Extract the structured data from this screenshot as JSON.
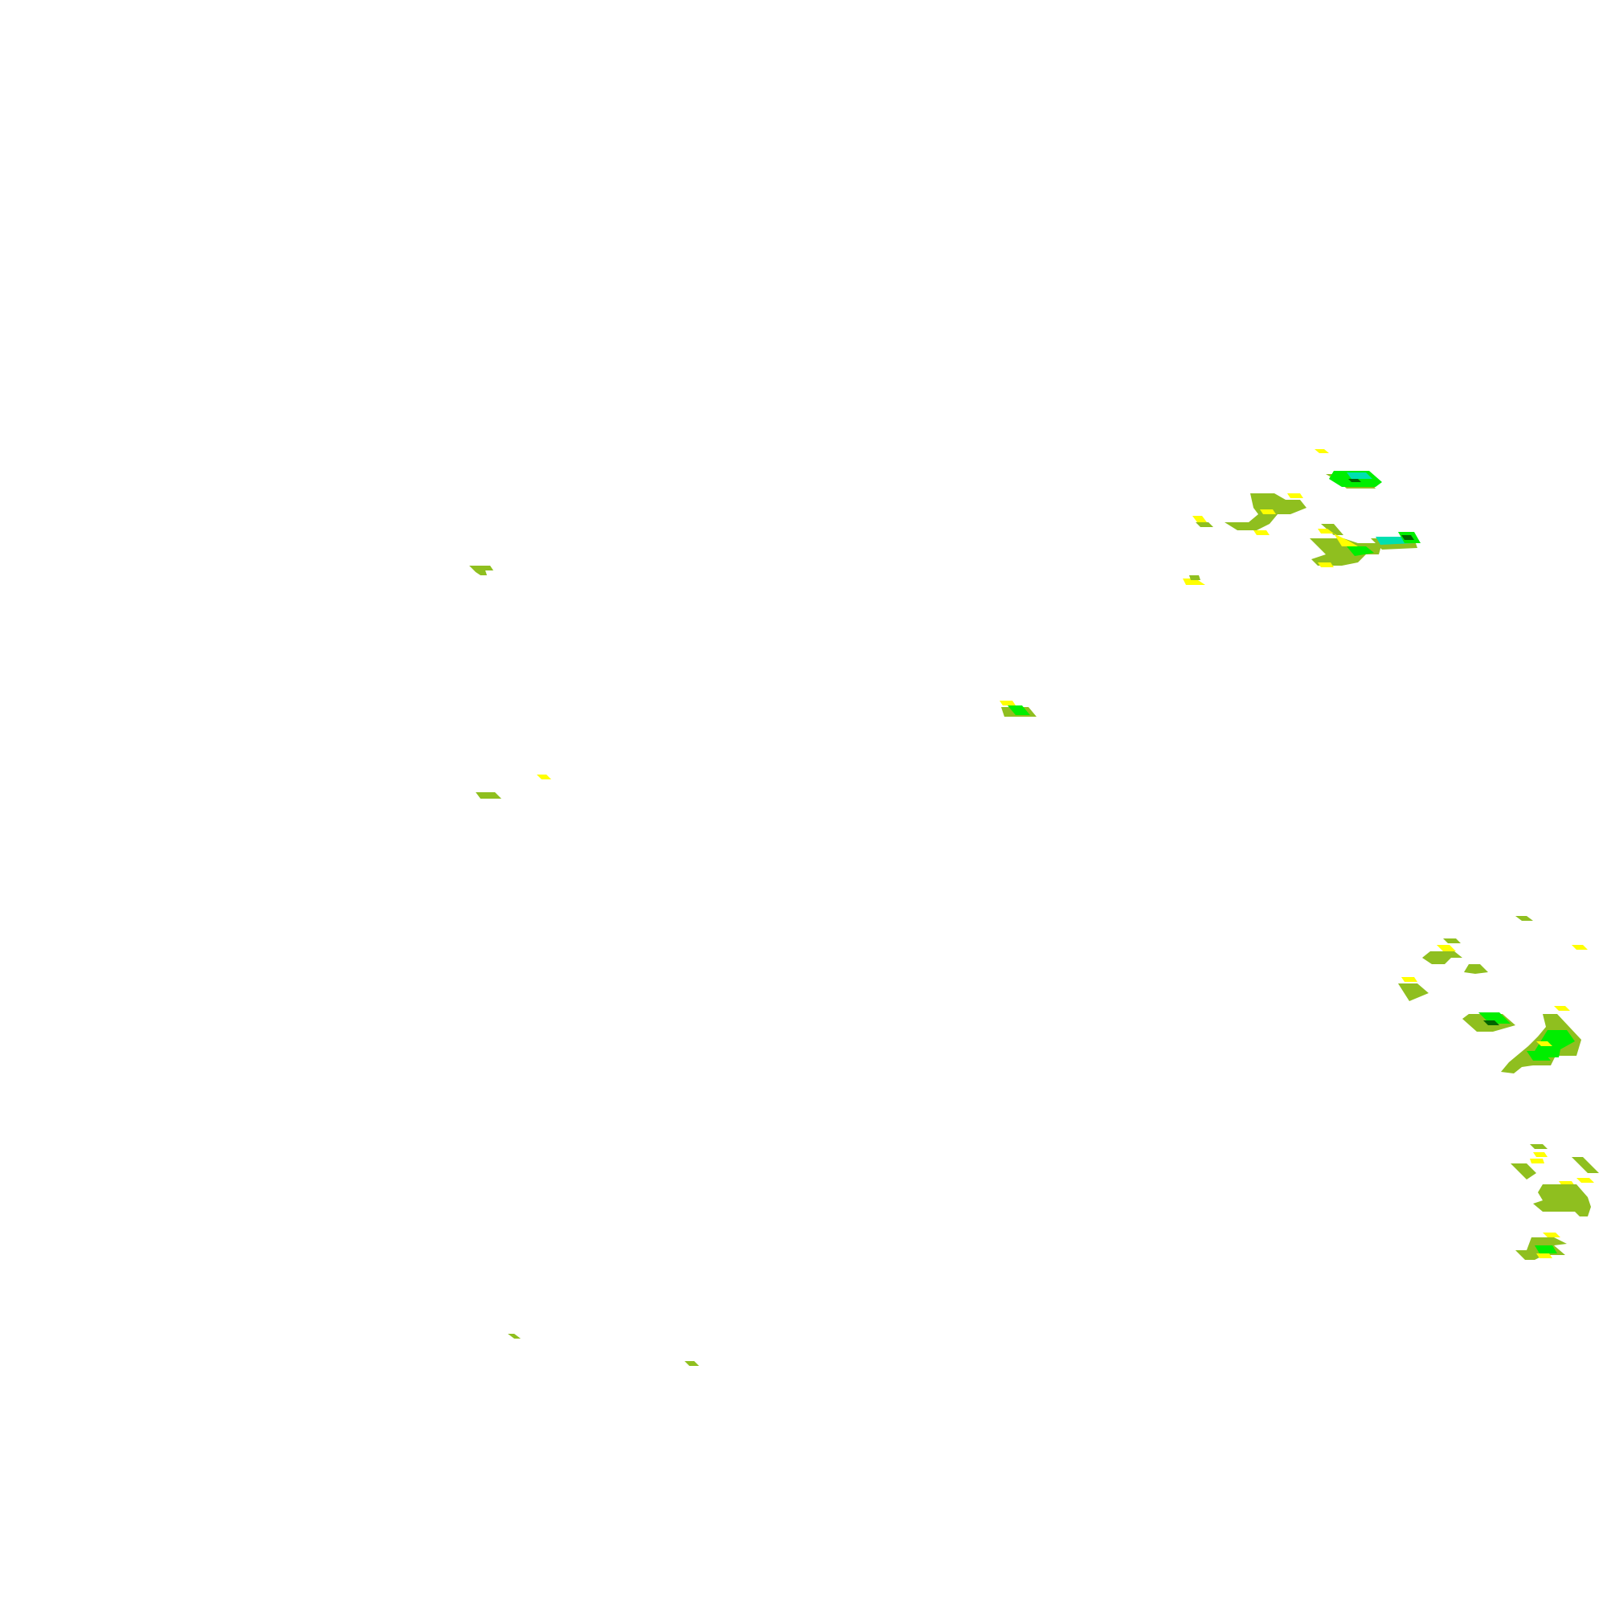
{
  "map": {
    "kind": "radar-precipitation-overlay",
    "background": "#ffffff",
    "legend_colors": {
      "light_yellow": "#ffff00",
      "olive": "#8fbf1f",
      "green": "#00ee00",
      "cyan": "#00e0b0",
      "dark_green": "#006400"
    },
    "echo_clusters": [
      {
        "name": "north-east-cluster",
        "intensity_levels": [
          "light_yellow",
          "olive",
          "green",
          "cyan",
          "dark_green"
        ]
      },
      {
        "name": "central-isolated-echo",
        "intensity_levels": [
          "light_yellow",
          "olive",
          "green"
        ]
      },
      {
        "name": "west-scattered-echoes",
        "intensity_levels": [
          "light_yellow",
          "olive"
        ]
      },
      {
        "name": "south-east-cluster",
        "intensity_levels": [
          "light_yellow",
          "olive",
          "green",
          "dark_green"
        ]
      }
    ]
  }
}
